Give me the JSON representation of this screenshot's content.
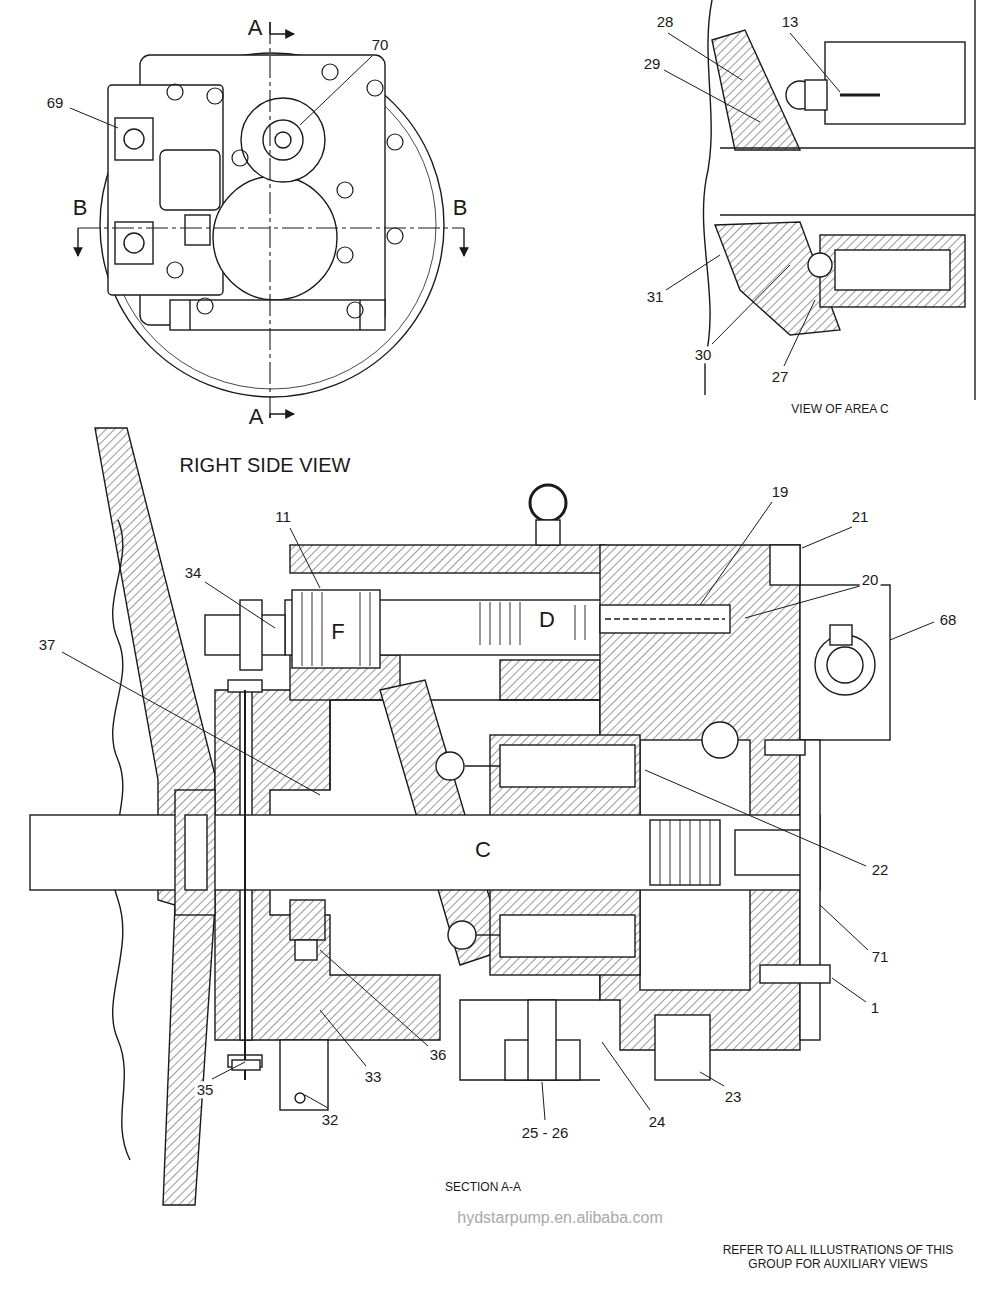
{
  "diagram": {
    "labels": [
      "A",
      "70",
      "69",
      "B",
      "B",
      "A",
      "28",
      "13",
      "29",
      "31",
      "30",
      "27",
      "VIEW OF AREA C",
      "RIGHT SIDE VIEW",
      "11",
      "19",
      "21",
      "34",
      "20",
      "68",
      "37",
      "F",
      "D",
      "C",
      "22",
      "71",
      "1",
      "33",
      "36",
      "35",
      "32",
      "25 - 26",
      "24",
      "23",
      "SECTION A-A",
      "hydstarpump.en.alibaba.com",
      "REFER TO ALL ILLUSTRATIONS OF THIS GROUP FOR AUXILIARY VIEWS"
    ]
  }
}
